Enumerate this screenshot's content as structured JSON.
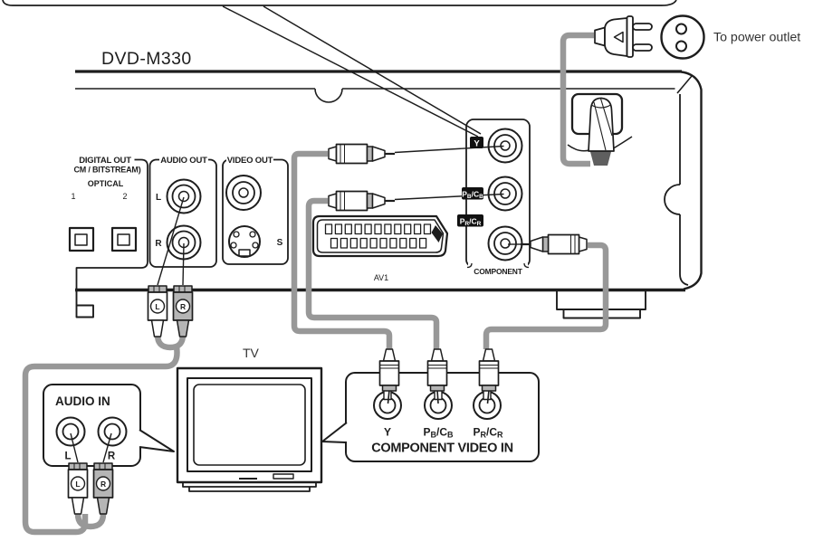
{
  "device": {
    "model": "DVD-M330",
    "digital_out": {
      "line1": "DIGITAL OUT",
      "line2": "CM / BITSTREAM)",
      "optical": "OPTICAL",
      "jack1": "1",
      "jack2": "2"
    },
    "audio_out": {
      "label": "AUDIO OUT",
      "left": "L",
      "right": "R"
    },
    "video_out": {
      "label": "VIDEO OUT",
      "svideo": "S"
    },
    "scart": {
      "label": "AV1"
    },
    "component_out": {
      "label": "COMPONENT",
      "y": "Y",
      "pb": [
        "P",
        "B",
        "/C",
        "B"
      ],
      "pr": [
        "P",
        "R",
        "/C",
        "R"
      ]
    }
  },
  "power": {
    "note": "To power outlet"
  },
  "tv": {
    "label": "TV",
    "audio_in": {
      "title": "AUDIO IN",
      "left": "L",
      "right": "R"
    },
    "component_in": {
      "y": "Y",
      "pb": [
        "P",
        "B",
        "/C",
        "B"
      ],
      "pr": [
        "P",
        "R",
        "/C",
        "R"
      ],
      "title": "COMPONENT VIDEO IN"
    }
  },
  "plugs": {
    "left": "L",
    "right": "R"
  },
  "colors": {
    "line": "#1d1d1d",
    "cable": "#989898",
    "cable_dark": "#5f5f5f",
    "plug_gray": "#b5b5b5",
    "badge_bg": "#111111"
  }
}
